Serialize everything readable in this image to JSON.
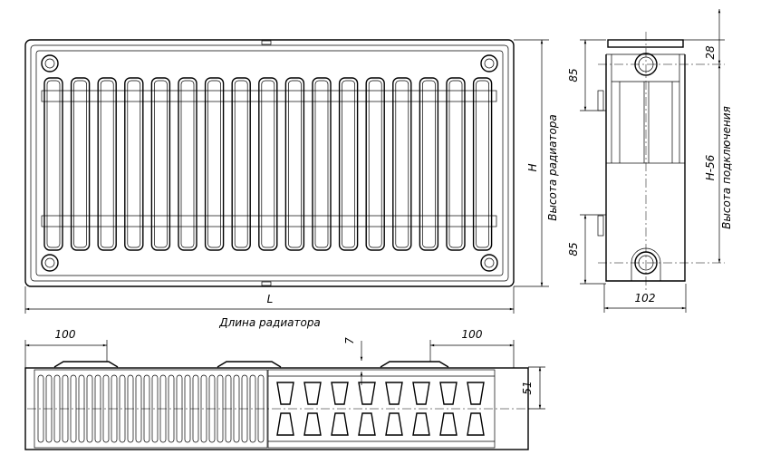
{
  "front_view": {
    "length_symbol": "L",
    "length_caption": "Длина радиатора",
    "height_symbol": "H",
    "height_caption": "Высота радиатора"
  },
  "side_view": {
    "top_offset": "28",
    "upper_connection": "85",
    "lower_connection": "85",
    "connection_height": "H-56",
    "connection_caption": "Высота подключения",
    "depth": "102"
  },
  "top_view": {
    "left_bracket_offset": "100",
    "right_bracket_offset": "100",
    "gap": "7",
    "connection_depth": "51"
  }
}
